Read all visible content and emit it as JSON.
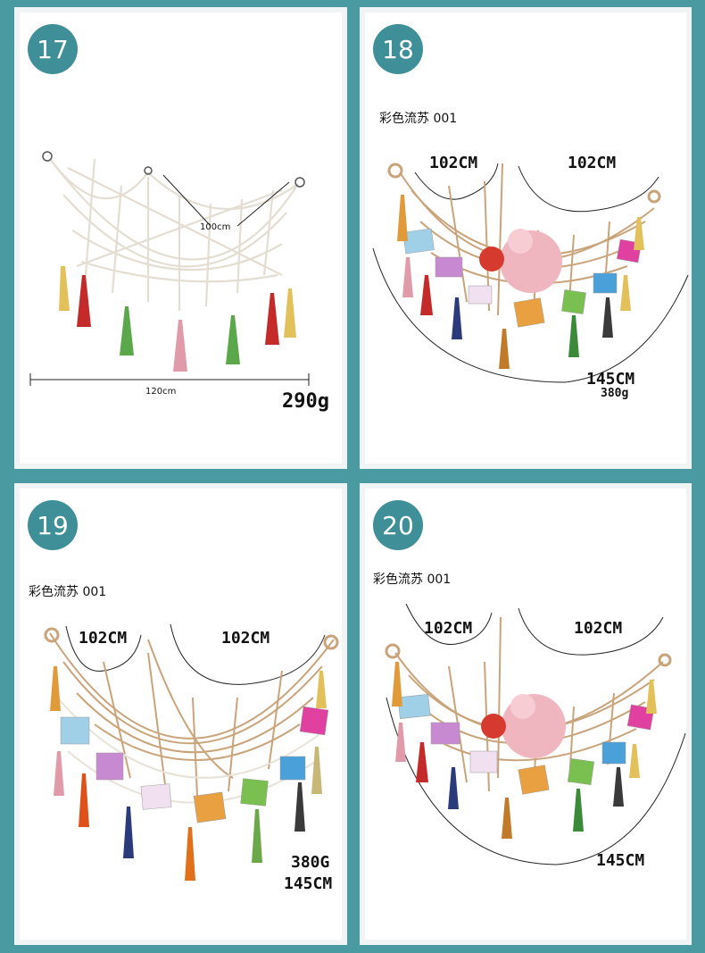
{
  "panels": {
    "p17": {
      "number": "17",
      "width_label": "100cm",
      "length_label": "120cm",
      "weight": "290g"
    },
    "p18": {
      "number": "18",
      "caption": "彩色流苏 001",
      "dim_left": "102CM",
      "dim_right": "102CM",
      "dim_bottom": "145CM",
      "weight": "380g"
    },
    "p19": {
      "number": "19",
      "caption": "彩色流苏 001",
      "dim_left": "102CM",
      "dim_right": "102CM",
      "weight": "380G",
      "dim_bottom": "145CM"
    },
    "p20": {
      "number": "20",
      "caption": "彩色流苏 001",
      "dim_left": "102CM",
      "dim_right": "102CM",
      "dim_bottom": "145CM"
    }
  },
  "colors": {
    "background": "#4a9aa2",
    "badge": "#3e8f97",
    "rope_white": "#e8e2d8",
    "rope_jute": "#c9a47a"
  }
}
